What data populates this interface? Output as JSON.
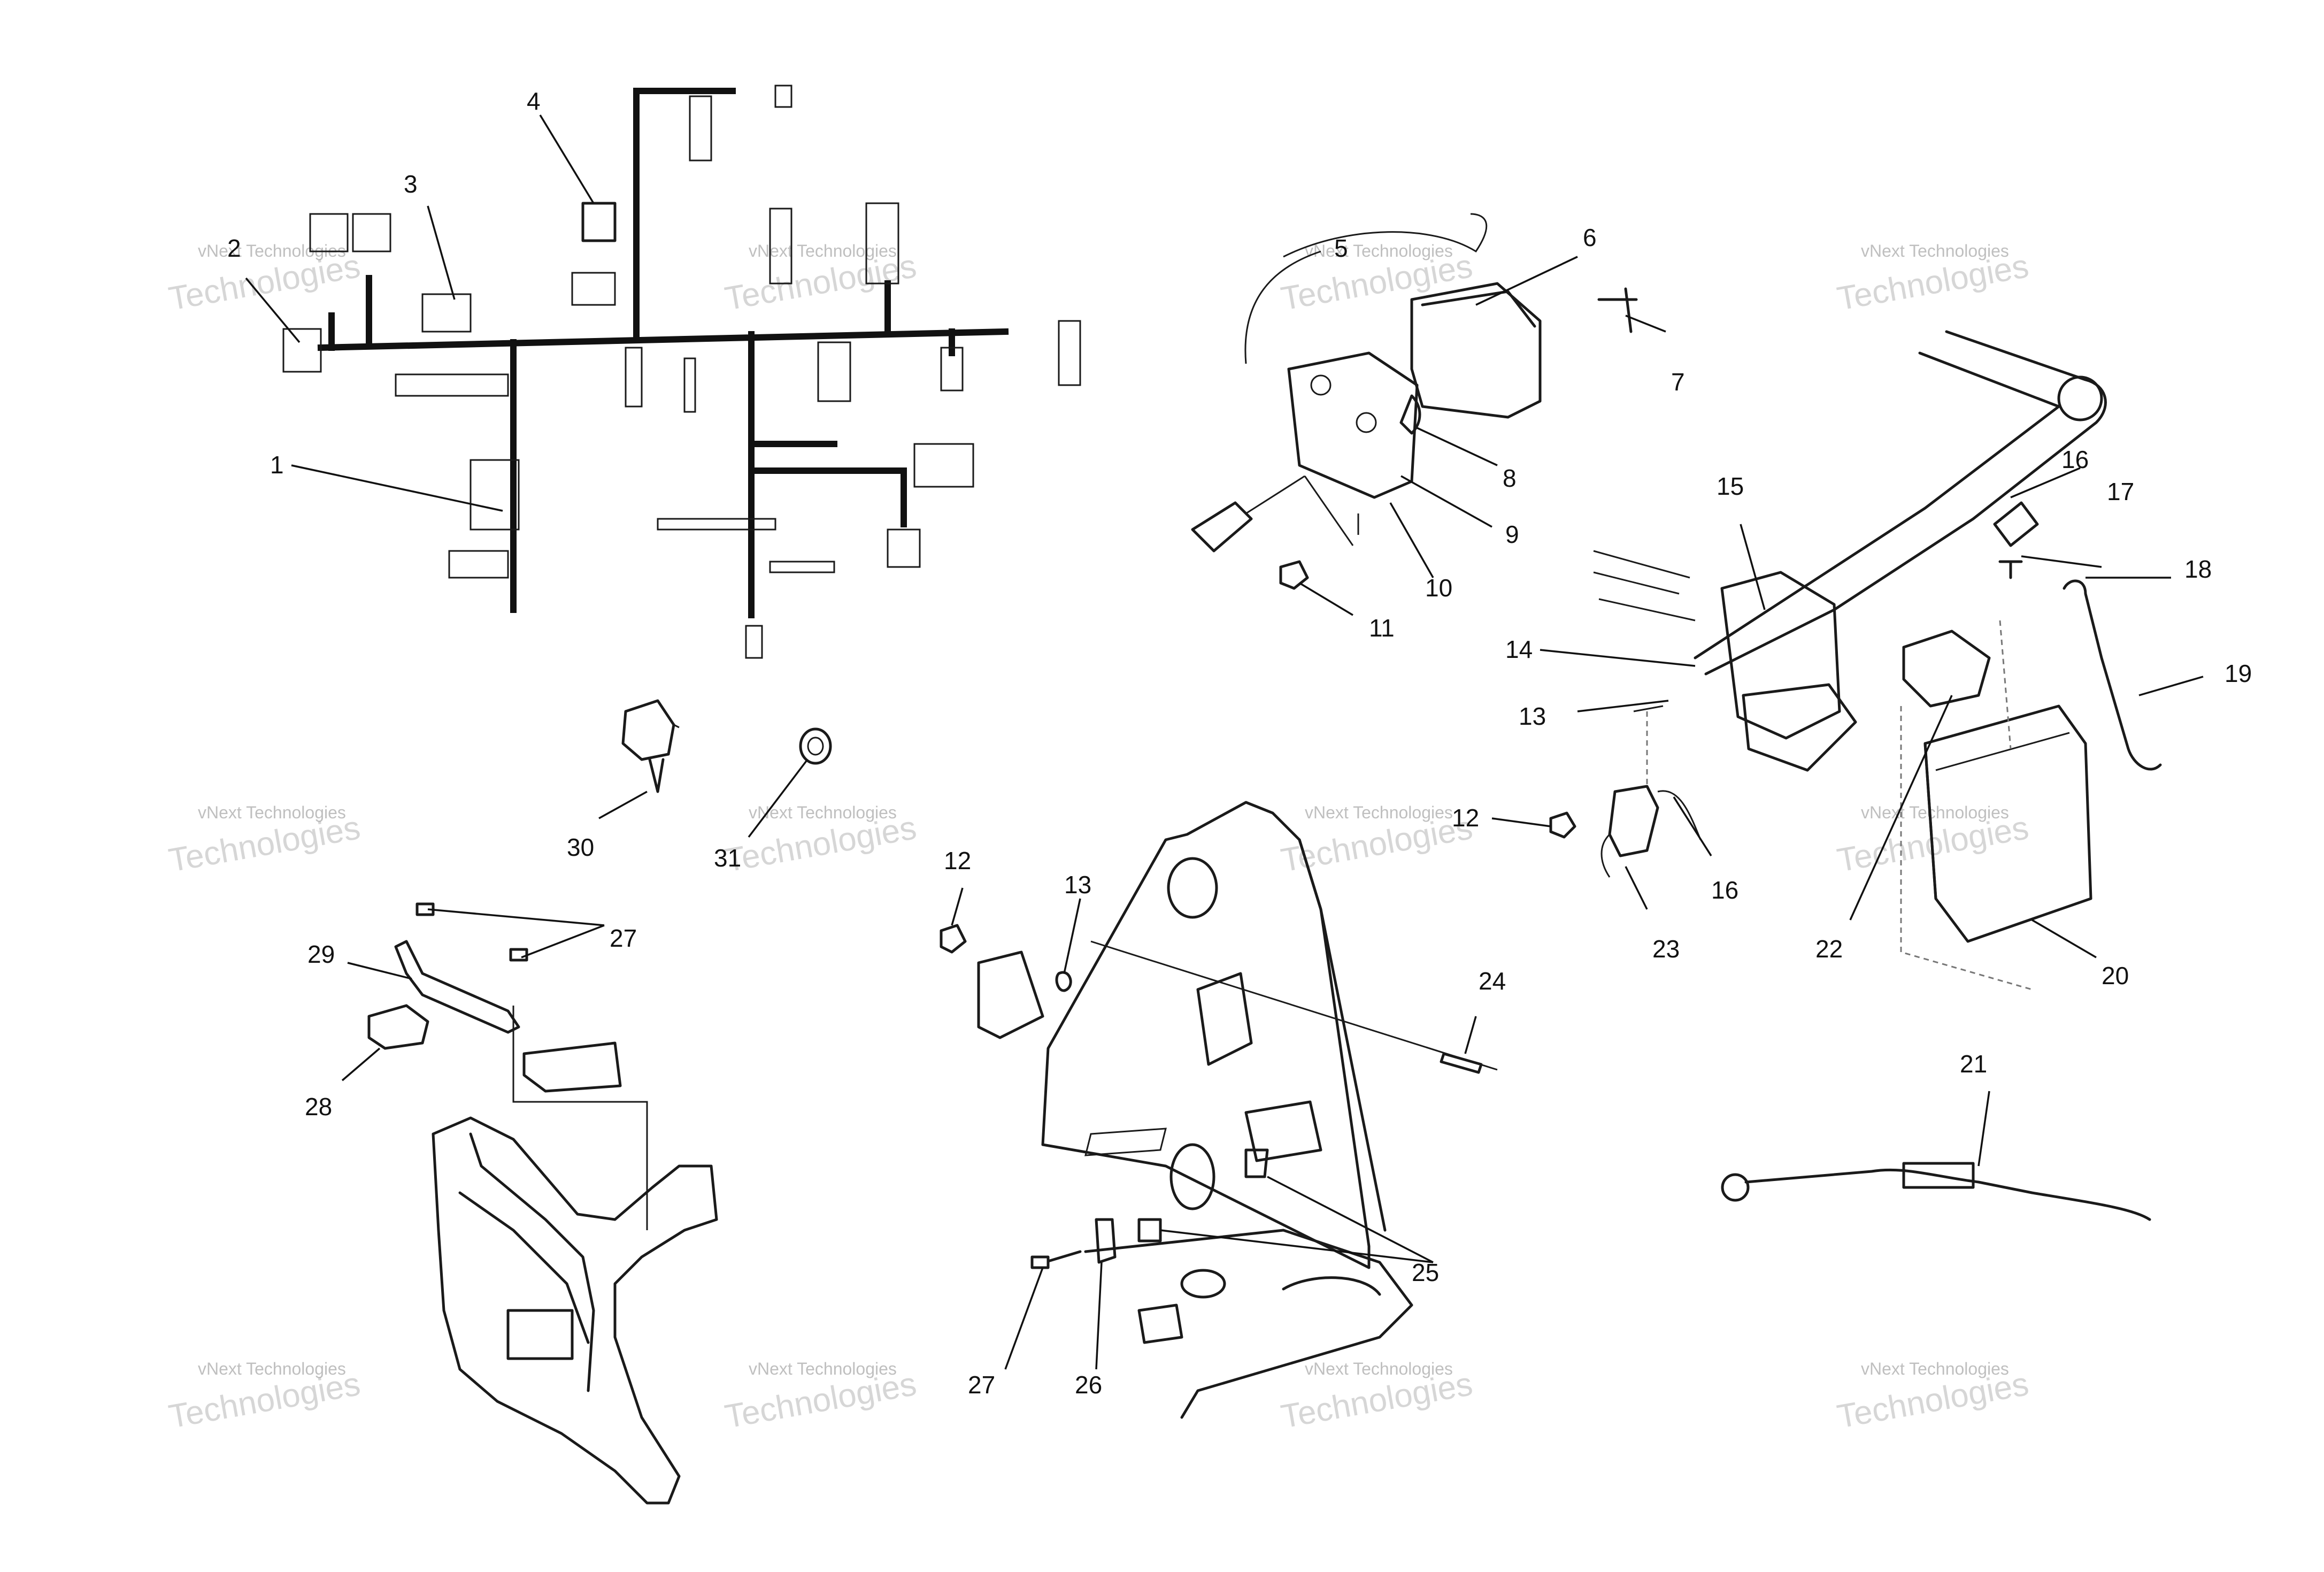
{
  "watermark": {
    "small": "vNext Technologies",
    "large": "Technologies",
    "logo": "vNext"
  },
  "callouts": [
    {
      "id": "c1",
      "text": "1"
    },
    {
      "id": "c2",
      "text": "2"
    },
    {
      "id": "c3",
      "text": "3"
    },
    {
      "id": "c4",
      "text": "4"
    },
    {
      "id": "c5",
      "text": "5"
    },
    {
      "id": "c6",
      "text": "6"
    },
    {
      "id": "c7",
      "text": "7"
    },
    {
      "id": "c8",
      "text": "8"
    },
    {
      "id": "c9",
      "text": "9"
    },
    {
      "id": "c10",
      "text": "10"
    },
    {
      "id": "c11",
      "text": "11"
    },
    {
      "id": "c12a",
      "text": "12"
    },
    {
      "id": "c12b",
      "text": "12"
    },
    {
      "id": "c13a",
      "text": "13"
    },
    {
      "id": "c13b",
      "text": "13"
    },
    {
      "id": "c14",
      "text": "14"
    },
    {
      "id": "c15",
      "text": "15"
    },
    {
      "id": "c16a",
      "text": "16"
    },
    {
      "id": "c16b",
      "text": "16"
    },
    {
      "id": "c17",
      "text": "17"
    },
    {
      "id": "c18",
      "text": "18"
    },
    {
      "id": "c19",
      "text": "19"
    },
    {
      "id": "c20",
      "text": "20"
    },
    {
      "id": "c21",
      "text": "21"
    },
    {
      "id": "c22",
      "text": "22"
    },
    {
      "id": "c23",
      "text": "23"
    },
    {
      "id": "c24",
      "text": "24"
    },
    {
      "id": "c25",
      "text": "25"
    },
    {
      "id": "c26",
      "text": "26"
    },
    {
      "id": "c27a",
      "text": "27"
    },
    {
      "id": "c27b",
      "text": "27"
    },
    {
      "id": "c28",
      "text": "28"
    },
    {
      "id": "c29",
      "text": "29"
    },
    {
      "id": "c30",
      "text": "30"
    },
    {
      "id": "c31",
      "text": "31"
    }
  ]
}
